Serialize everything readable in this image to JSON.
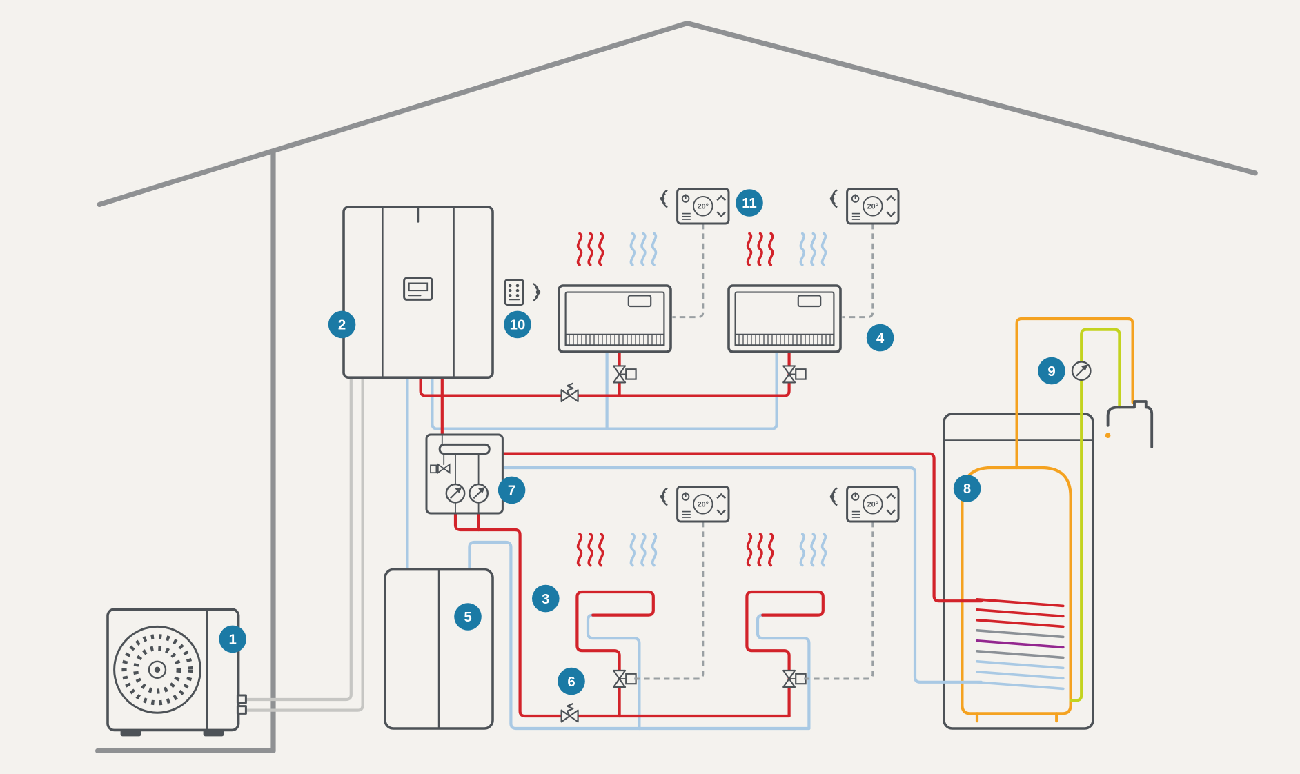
{
  "colors": {
    "background": "#f4f2ee",
    "house": "#8f9193",
    "outline": "#4d5257",
    "hot": "#d2232a",
    "cold": "#a9c9e4",
    "refrigerant": "#c6c6c3",
    "dhw_orange": "#f4a220",
    "cold_feed": "#c3d31f",
    "purple": "#93278f",
    "coil_gray": "#8b9096",
    "signal": "#9aa0a3",
    "badge": "#1b7aa5"
  },
  "badges": [
    {
      "label": "1"
    },
    {
      "label": "2"
    },
    {
      "label": "3"
    },
    {
      "label": "4"
    },
    {
      "label": "5"
    },
    {
      "label": "6"
    },
    {
      "label": "7"
    },
    {
      "label": "8"
    },
    {
      "label": "9"
    },
    {
      "label": "10"
    },
    {
      "label": "11"
    }
  ],
  "thermostat": {
    "display": "20°"
  }
}
